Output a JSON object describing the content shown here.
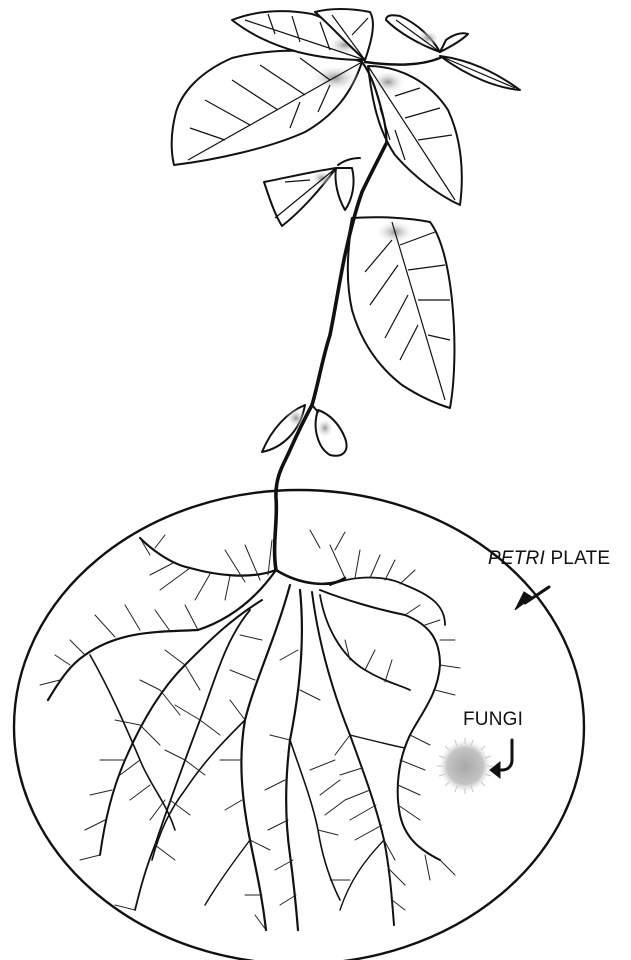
{
  "labels": {
    "petri_italic": "PETRI",
    "petri_plain": "PLATE",
    "fungi": "FUNGI"
  },
  "colors": {
    "ink": "#111111",
    "leaf_shade": "#9a9a9a",
    "fungi_fill": "#b5b5b5"
  },
  "icons": {
    "petri_arrow": "arrow-down-left-icon",
    "fungi_arrow": "hook-arrow-down-left-icon"
  }
}
